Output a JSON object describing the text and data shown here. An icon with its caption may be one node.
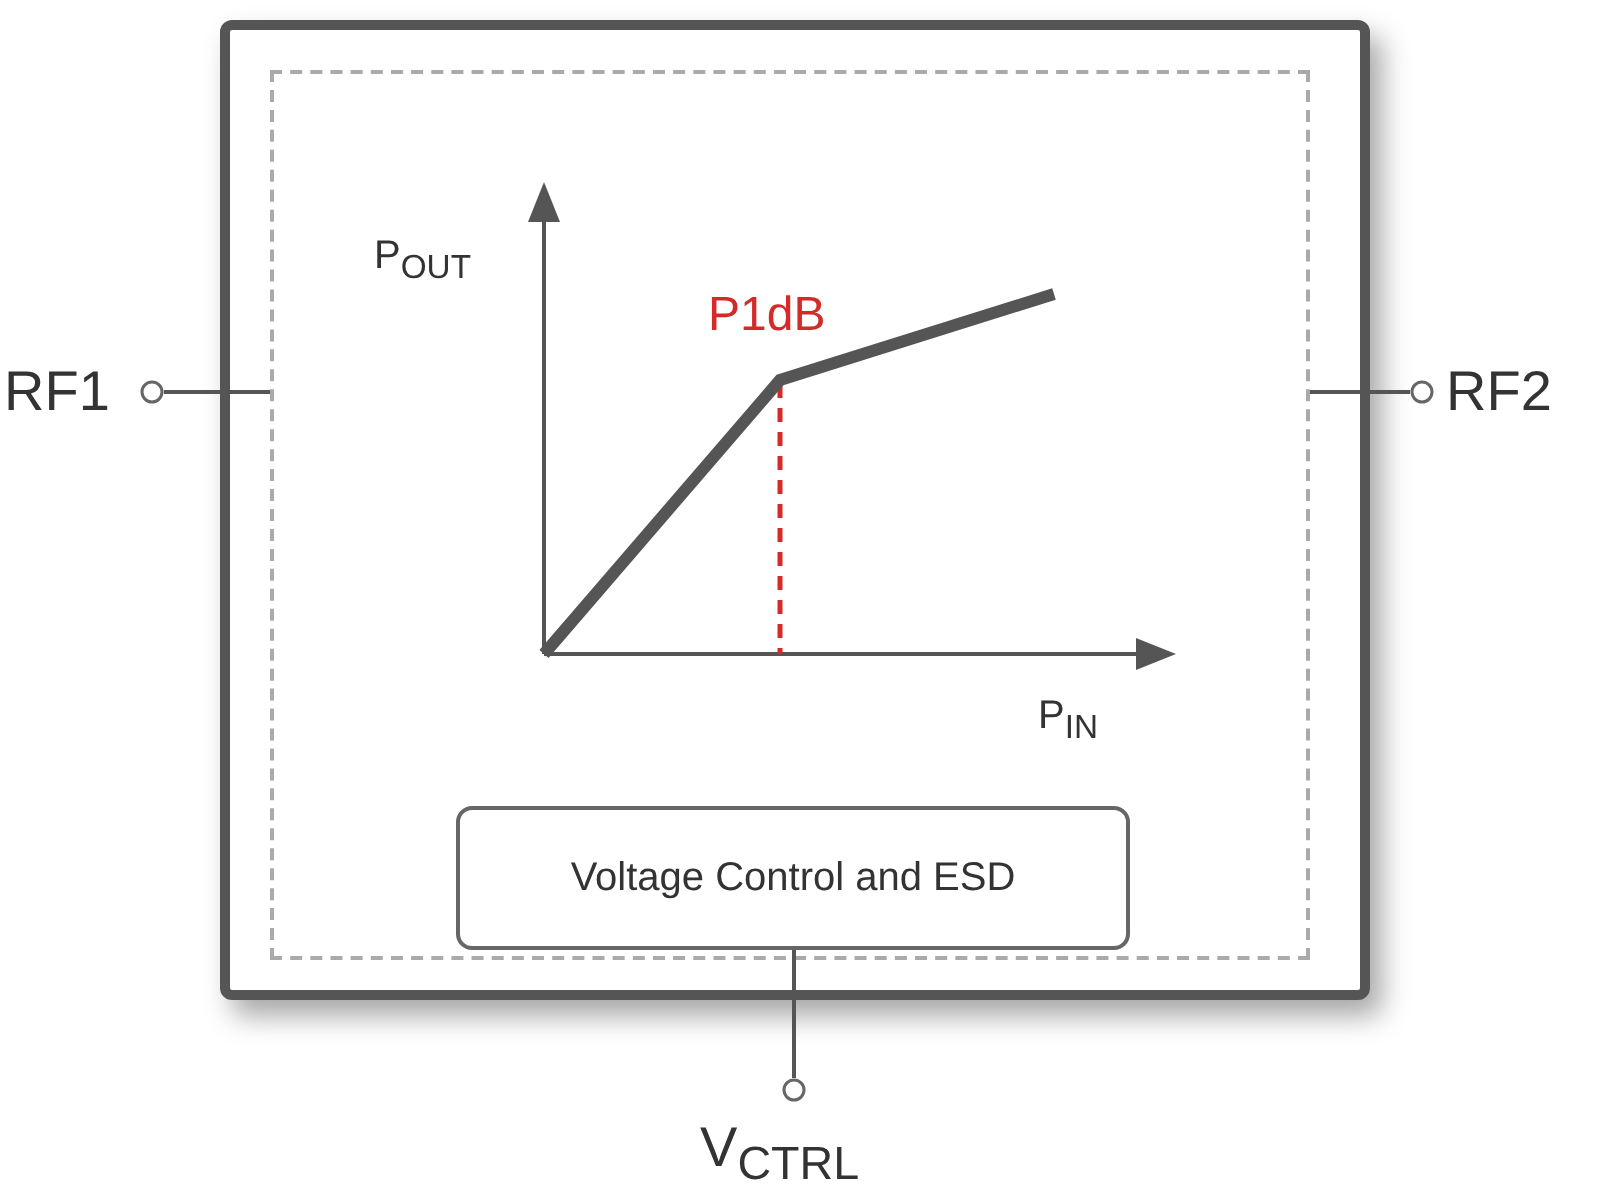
{
  "diagram": {
    "nodes": [
      {
        "text": [],
        "shape": "box"
      },
      {
        "text": [],
        "shape": "box",
        "in": 0
      },
      {
        "text": [
          "Voltage Control and ESD"
        ],
        "in": 1
      },
      {
        "text": [
          "RF1"
        ]
      },
      {
        "text": [
          "RF2"
        ]
      },
      {
        "text": [
          "V$_{CTRL}$"
        ]
      }
    ],
    "edges": [
      {
        "from": 3,
        "to": 1,
        "arrow": "none"
      },
      {
        "from": 4,
        "to": 1,
        "arrow": "none"
      },
      {
        "from": 5,
        "to": 2,
        "arrow": "none"
      }
    ],
    "labels": [
      "P$_{OUT}$",
      "P1dB",
      "P$_{IN}$"
    ]
  }
}
